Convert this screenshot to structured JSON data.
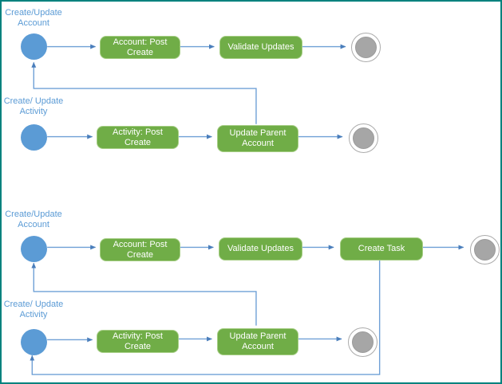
{
  "colors": {
    "accent_blue": "#5B9BD5",
    "box_green": "#70AD47",
    "box_border_green": "#A6CE85",
    "end_gray": "#A6A6A6",
    "connector_blue": "#6FA0D6",
    "frame_teal": "#00827E"
  },
  "flows": {
    "top": {
      "account": {
        "label_line1": "Create/Update",
        "label_line2": "Account",
        "steps": [
          "Account: Post Create",
          "Validate Updates"
        ]
      },
      "activity": {
        "label_line1": "Create/ Update",
        "label_line2": "Activity",
        "steps": [
          "Activity: Post Create",
          "Update Parent Account"
        ]
      }
    },
    "bottom": {
      "account": {
        "label_line1": "Create/Update",
        "label_line2": "Account",
        "steps": [
          "Account: Post Create",
          "Validate Updates",
          "Create Task"
        ]
      },
      "activity": {
        "label_line1": "Create/ Update",
        "label_line2": "Activity",
        "steps": [
          "Activity: Post Create",
          "Update Parent Account"
        ]
      }
    }
  }
}
